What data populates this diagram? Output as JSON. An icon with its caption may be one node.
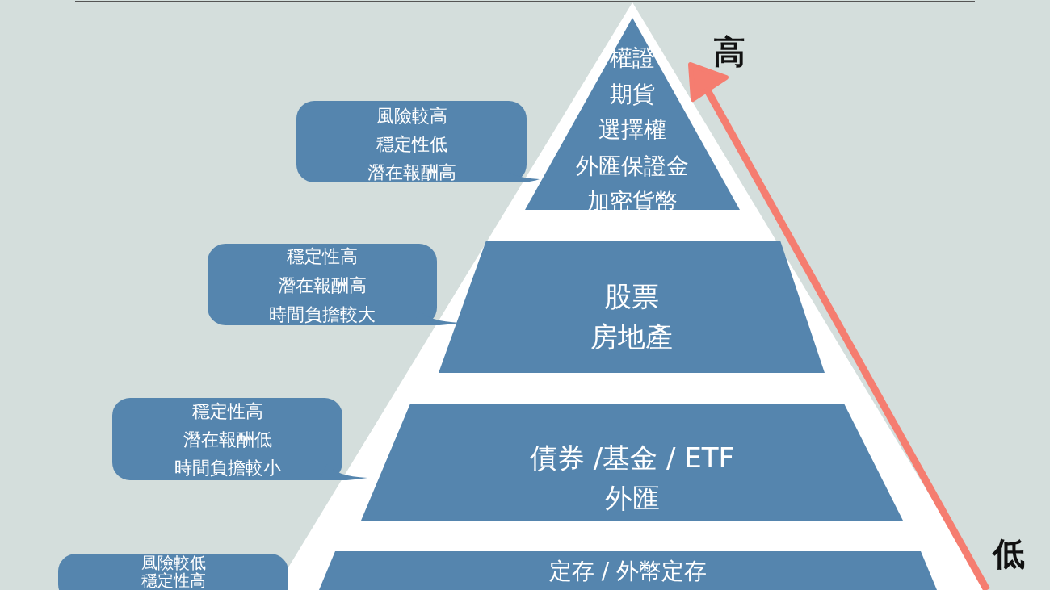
{
  "diagram": {
    "nodes": [
      {
        "text": [
          "權證",
          "期貨",
          "選擇權",
          "外匯保證金",
          "加密貨幣"
        ]
      },
      {
        "text": [
          "風險較高",
          "穩定性低",
          "潛在報酬高"
        ]
      },
      {
        "text": [
          "股票",
          "房地產"
        ]
      },
      {
        "text": [
          "穩定性高",
          "潛在報酬高",
          "時間負擔較大"
        ]
      },
      {
        "text": [
          "債券 /基金 / ETF",
          "外匯"
        ]
      },
      {
        "text": [
          "穩定性高",
          "潛在報酬低",
          "時間負擔較小"
        ]
      },
      {
        "text": [
          "定存 / 外幣定存"
        ]
      },
      {
        "text": [
          "風險較低",
          "穩定性高"
        ]
      }
    ],
    "labels": [
      "高",
      "低"
    ]
  }
}
